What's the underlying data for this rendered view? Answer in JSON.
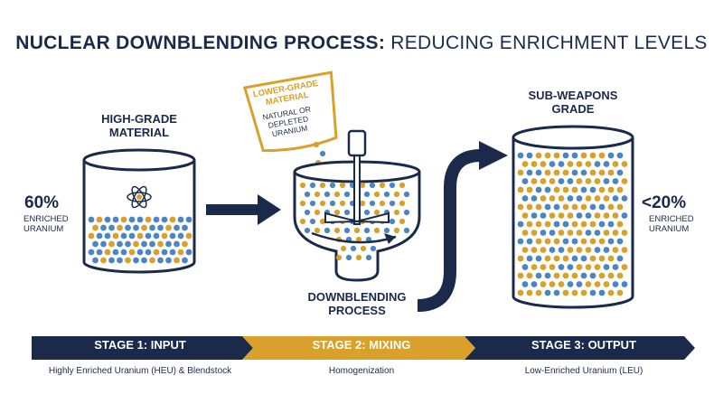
{
  "title": {
    "bold": "NUCLEAR DOWNBLENDING PROCESS:",
    "normal": " REDUCING ENRICHMENT LEVELS"
  },
  "colors": {
    "navy": "#1b2a4a",
    "gold": "#d9a02b",
    "blue": "#4a86c5"
  },
  "input": {
    "heading_line1": "HIGH-GRADE",
    "heading_line2": "MATERIAL",
    "percent": "60%",
    "unit_line1": "ENRICHED",
    "unit_line2": "URANIUM",
    "icon": "atom-icon"
  },
  "blendstock": {
    "heading_line1": "LOWER-GRADE",
    "heading_line2": "MATERIAL",
    "desc_line1": "NATURAL OR",
    "desc_line2": "DEPLETED",
    "desc_line3": "URANIUM"
  },
  "mixer": {
    "label_line1": "DOWNBLENDING",
    "label_line2": "PROCESS"
  },
  "output": {
    "heading_line1": "SUB-WEAPONS",
    "heading_line2": "GRADE",
    "percent": "<20%",
    "unit_line1": "ENRICHED",
    "unit_line2": "URANIUM"
  },
  "stages": [
    {
      "title": "STAGE 1: INPUT",
      "desc": "Highly Enriched Uranium (HEU) & Blendstock"
    },
    {
      "title": "STAGE 2: MIXING",
      "desc": "Homogenization"
    },
    {
      "title": "STAGE 3: OUTPUT",
      "desc": "Low-Enriched Uranium (LEU)"
    }
  ]
}
